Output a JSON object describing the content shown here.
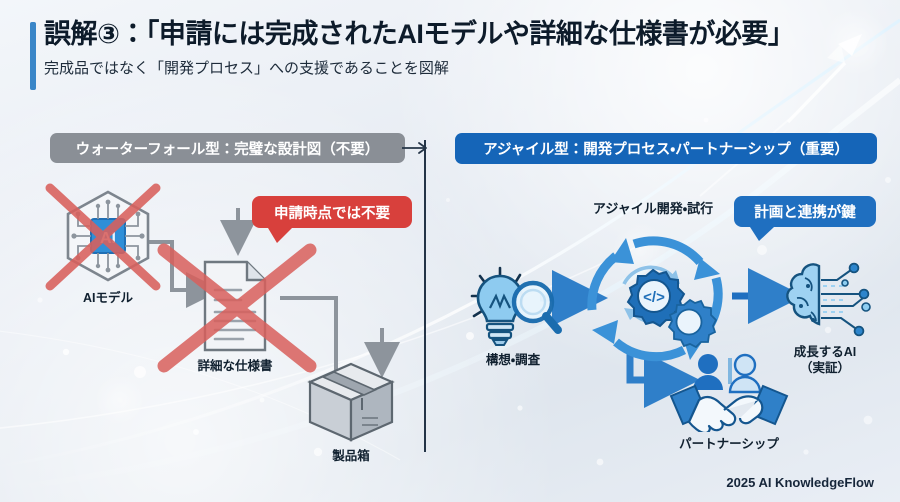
{
  "header": {
    "title": "誤解③：「申請には完成されたAIモデルや詳細な仕様書が必要」",
    "subtitle": "完成品ではなく「開発プロセス」への支援であることを図解",
    "accent_color": "#3a86c8"
  },
  "panels": {
    "left": {
      "label": "ウォーターフォール型：完璧な設計図（不要）",
      "color": "#8a8f96"
    },
    "right": {
      "label": "アジャイル型：開発プロセス・パートナーシップ（重要）",
      "color": "#1565b8"
    }
  },
  "waterfall": {
    "nodes": [
      {
        "id": "ai-model",
        "caption": "AIモデル",
        "icon": "ai-chip-icon",
        "crossed": true
      },
      {
        "id": "spec-doc",
        "caption": "詳細な仕様書",
        "icon": "document-icon",
        "crossed": true
      },
      {
        "id": "product-box",
        "caption": "製品箱",
        "icon": "box-icon",
        "crossed": false
      }
    ],
    "callout": {
      "text": "申請時点では不要",
      "color": "#d8403c"
    }
  },
  "agile": {
    "cycle_label": "アジャイル開発・試行",
    "nodes": [
      {
        "id": "ideation",
        "caption": "構想・調査",
        "icon": "lightbulb-magnifier-icon"
      },
      {
        "id": "dev-cycle",
        "caption": "",
        "icon": "gears-cycle-icon"
      },
      {
        "id": "partnership",
        "caption": "パートナーシップ",
        "icon": "handshake-icon"
      },
      {
        "id": "growing-ai",
        "caption_line1": "成長するAI",
        "caption_line2": "（実証）",
        "icon": "brain-circuit-icon"
      }
    ],
    "callout": {
      "text": "計画と連携が鍵",
      "color": "#1f6fc0"
    }
  },
  "footer": {
    "text": "2025 AI KnowledgeFlow"
  }
}
